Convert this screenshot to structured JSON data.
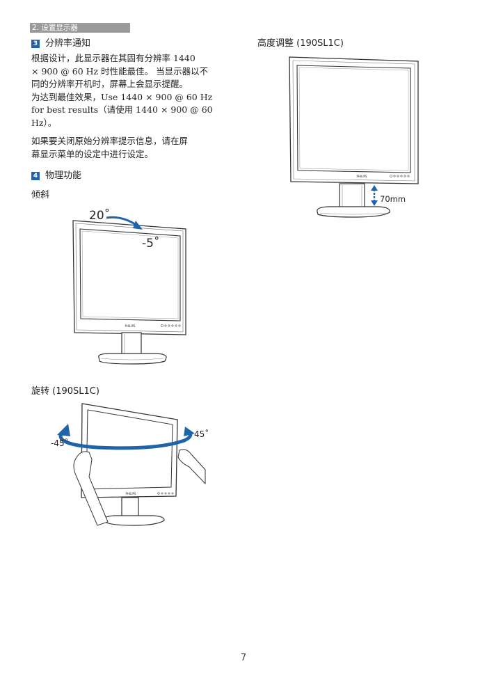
{
  "header": {
    "chapter": "2. 设置显示器"
  },
  "section3": {
    "number": "3",
    "title": "分辨率通知",
    "para1": {
      "l1": "根据设计，此显示器在其固有分辨率 1440",
      "l2": "× 900 @ 60 Hz 时性能最佳。 当显示器以不",
      "l3": "同的分辨率开机时，屏幕上会显示提醒。",
      "l4": "为达到最佳效果，Use 1440 × 900 @ 60 Hz",
      "l5": "for best results（请使用 1440 × 900 @ 60",
      "l6": "Hz）。"
    },
    "para2": {
      "l1": "如果要关闭原始分辨率提示信息，请在屏",
      "l2": "幕显示菜单的设定中进行设定。"
    }
  },
  "section4": {
    "number": "4",
    "title": "物理功能",
    "tilt": {
      "title": "倾斜",
      "angle_back": "20˚",
      "angle_front": "-5˚"
    },
    "swivel": {
      "title": "旋转 (190SL1C)",
      "angle_left": "-45˚",
      "angle_right": "45˚"
    }
  },
  "height": {
    "title": "高度调整 (190SL1C)",
    "range": "70mm"
  },
  "figures": {
    "brand": "PHILIPS"
  },
  "colors": {
    "accent": "#1f64a8",
    "header_bar": "#9a9a9a"
  },
  "footer": {
    "page_number": "7"
  }
}
